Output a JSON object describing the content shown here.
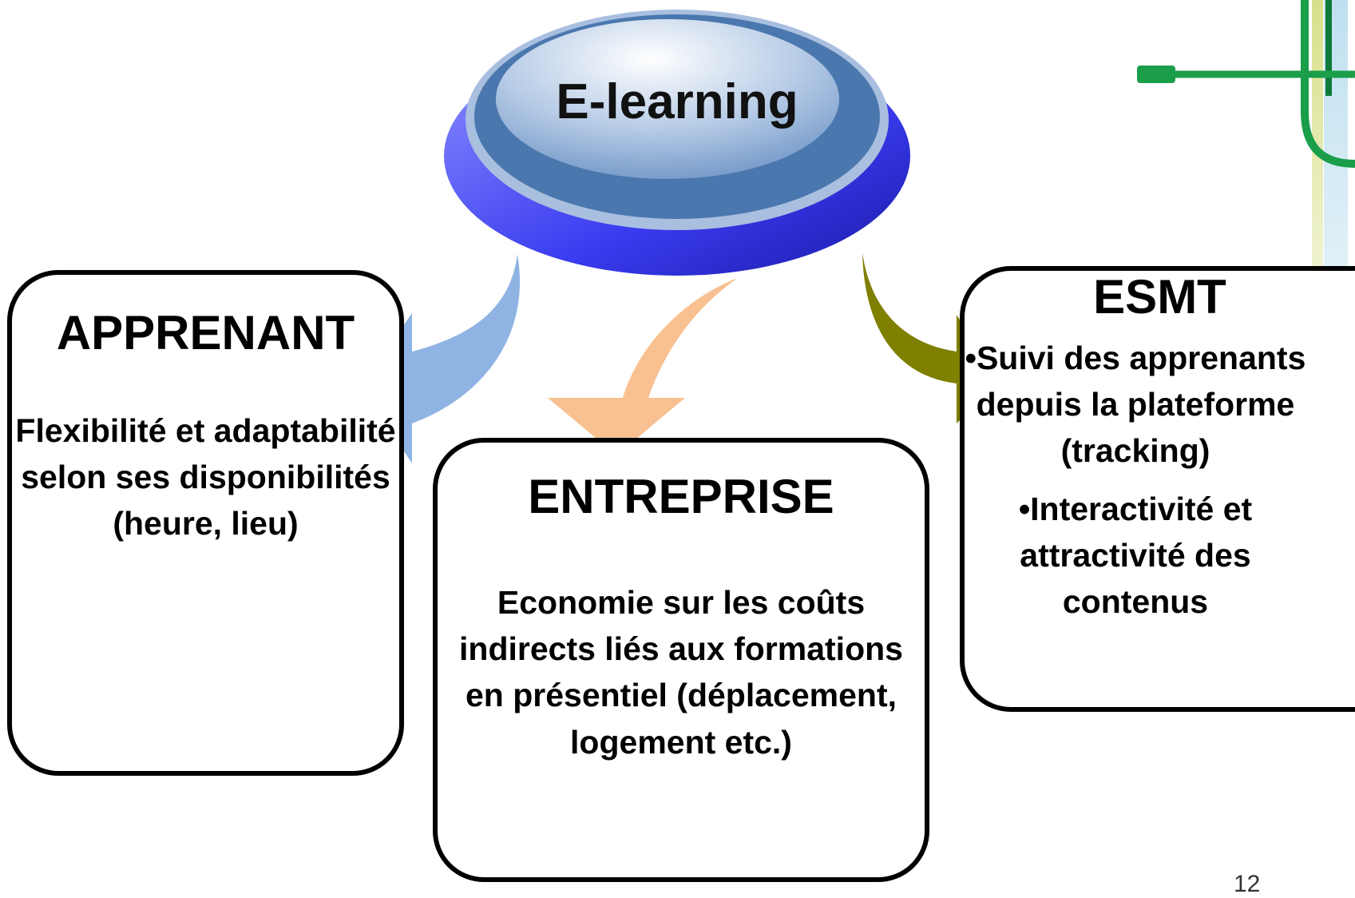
{
  "center": {
    "label": "E-learning"
  },
  "boxes": {
    "apprenant": {
      "title": "APPRENANT",
      "text": "Flexibilité et adaptabilité selon ses disponibilités (heure, lieu)"
    },
    "entreprise": {
      "title": "ENTREPRISE",
      "text": "Economie sur les coûts indirects liés aux formations en présentiel (déplacement, logement etc.)"
    },
    "esmt": {
      "title": "ESMT",
      "bullets": [
        "•Suivi des apprenants depuis la plateforme (tracking)",
        "•Interactivité et attractivité des contenus"
      ]
    }
  },
  "page_number": "12",
  "colors": {
    "arrow_apprenant": "#8fb4e3",
    "arrow_entreprise": "#f9c191",
    "arrow_esmt": "#7f7f00",
    "button_blue": "#4a77ad",
    "disk_blue": "#3a3cf0",
    "decor_green": "#1a9e4a",
    "decor_yellow": "#d8e08a",
    "decor_lightblue": "#cfe6f2"
  }
}
